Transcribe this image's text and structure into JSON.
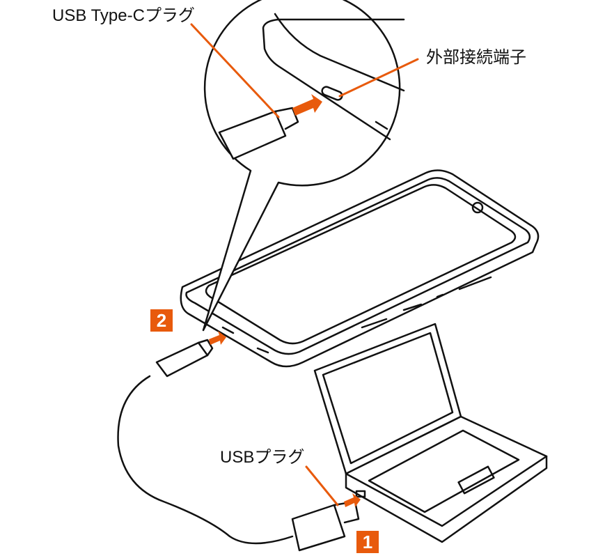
{
  "labels": {
    "usb_type_c_plug": "USB Type-Cプラグ",
    "external_port": "外部接続端子",
    "usb_plug": "USBプラグ"
  },
  "steps": [
    {
      "number": "1"
    },
    {
      "number": "2"
    }
  ],
  "colors": {
    "accent": "#e85a0c",
    "line": "#111111"
  }
}
